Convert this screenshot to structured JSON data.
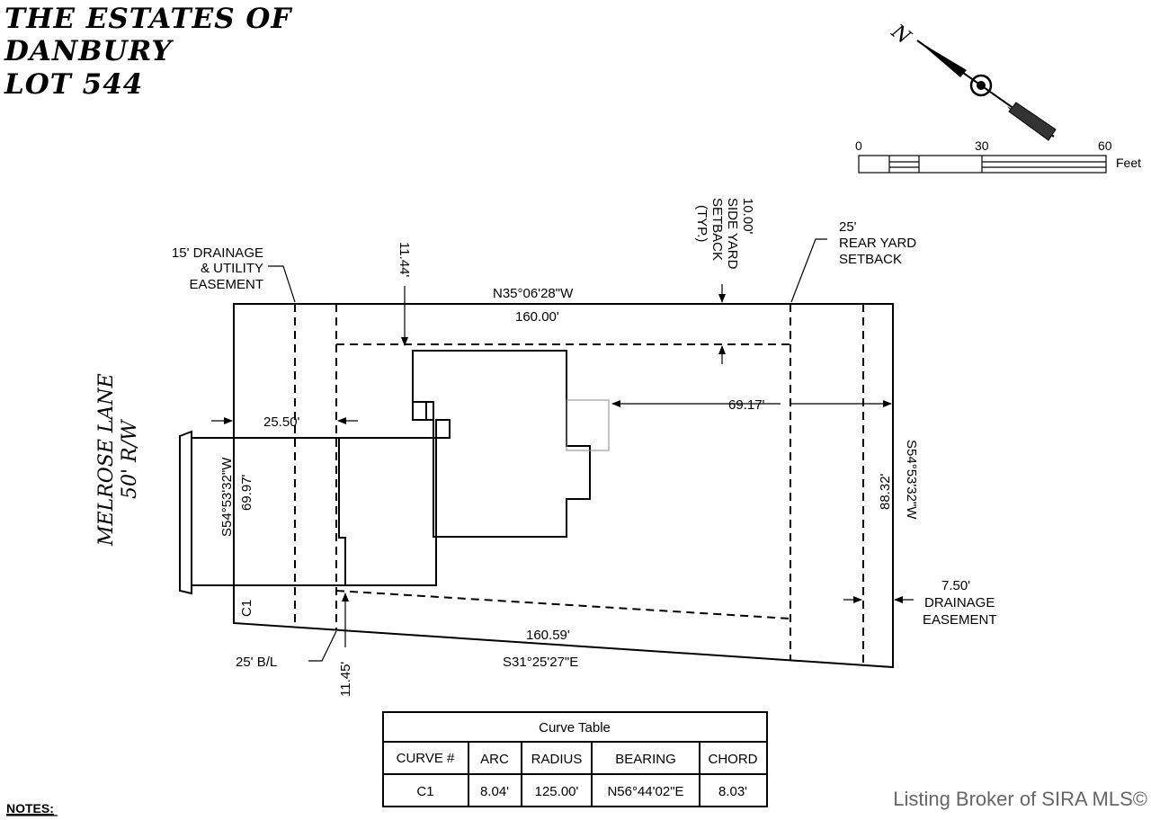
{
  "title": {
    "line1": "THE ESTATES OF",
    "line2": "DANBURY",
    "line3": "LOT 544"
  },
  "north": {
    "label": "N"
  },
  "scale": {
    "tick0": "0",
    "tick1": "30",
    "tick2": "60",
    "unit": "Feet"
  },
  "street": {
    "name": "MELROSE LANE",
    "row": "50' R/W"
  },
  "labels": {
    "drainage_utility": [
      "15' DRAINAGE",
      "& UTILITY",
      "EASEMENT"
    ],
    "side_setback": [
      "10.00'",
      "SIDE YARD",
      "SETBACK",
      "(TYP.)"
    ],
    "rear_setback": [
      "25'",
      "REAR YARD",
      "SETBACK"
    ],
    "drainage_easement": [
      "7.50'",
      "DRAINAGE",
      "EASEMENT"
    ],
    "building_line": "25' B/L",
    "c1": "C1"
  },
  "dimensions": {
    "top_bearing": "N35°06'28\"W",
    "top_length": "160.00'",
    "bottom_length": "160.59'",
    "bottom_bearing": "S31°25'27\"E",
    "left_bearing": "S54°53'32\"W",
    "left_length": "69.97'",
    "right_length": "88.32'",
    "right_bearing": "S54°53'32\"W",
    "front_setback": "25.50'",
    "rear_distance": "69.17'",
    "top_offset": "11.44'",
    "bottom_offset": "11.45'"
  },
  "curve_table": {
    "title": "Curve Table",
    "headers": [
      "CURVE #",
      "ARC",
      "RADIUS",
      "BEARING",
      "CHORD"
    ],
    "rows": [
      [
        "C1",
        "8.04'",
        "125.00'",
        "N56°44'02\"E",
        "8.03'"
      ]
    ]
  },
  "notes": "NOTES:",
  "watermark": "Listing Broker of SIRA MLS©"
}
